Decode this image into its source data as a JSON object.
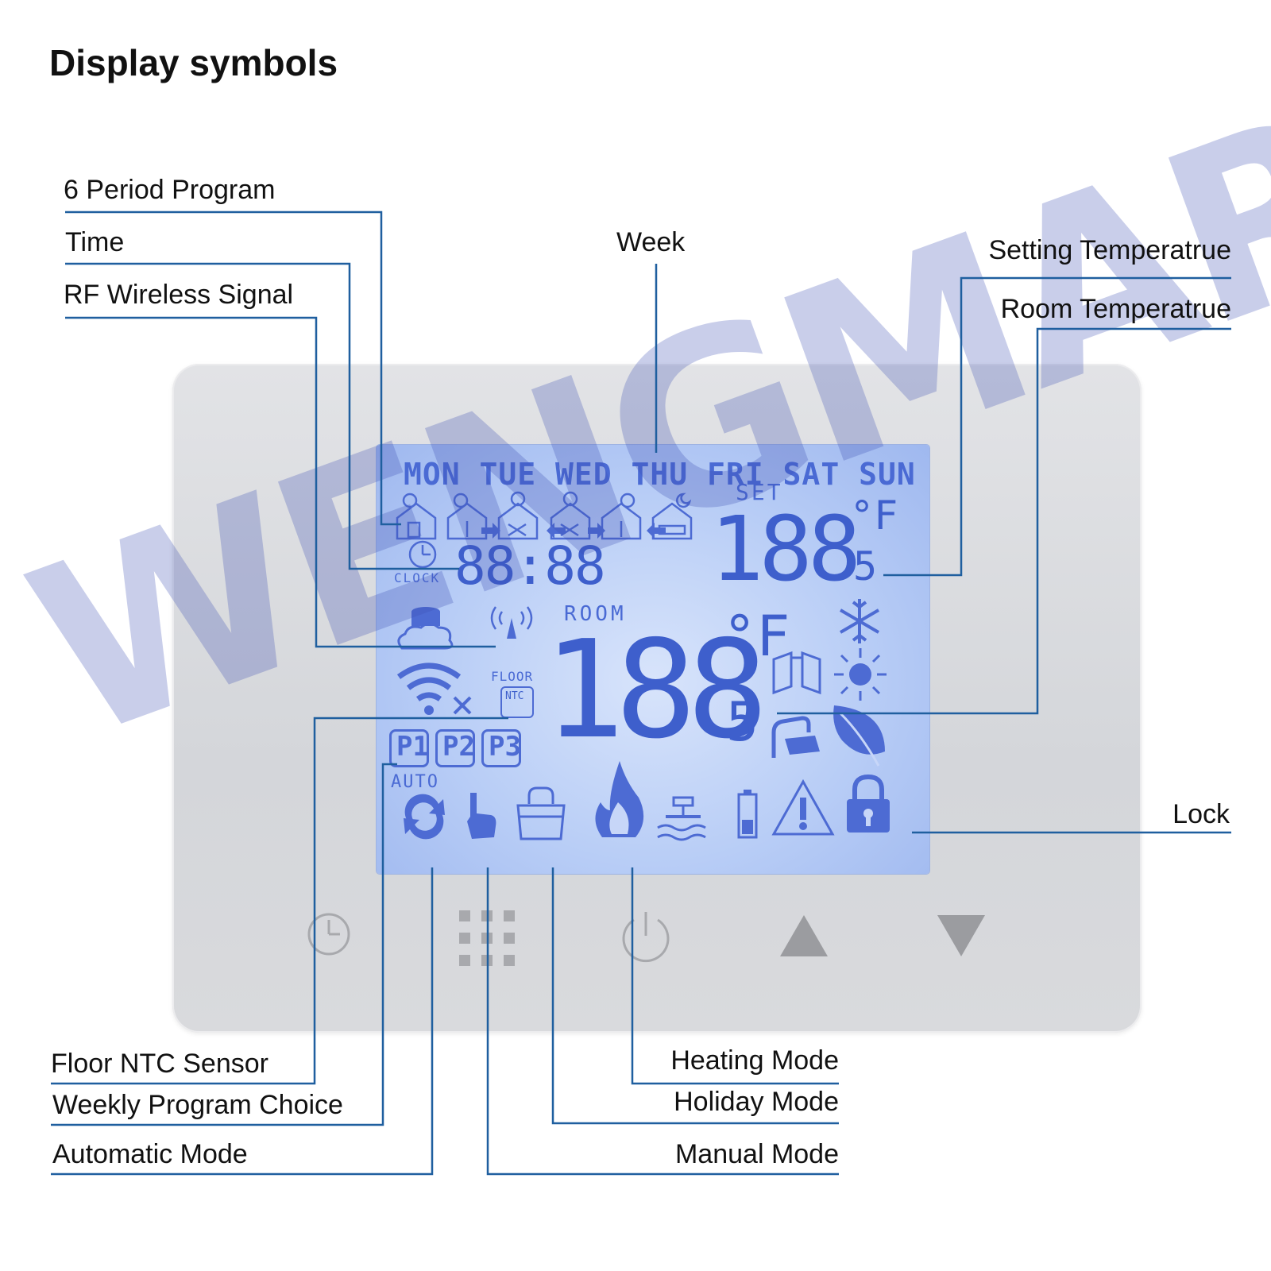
{
  "title": "Display symbols",
  "labels": {
    "six_period": "6 Period Program",
    "time": "Time",
    "rf": "RF Wireless Signal",
    "week": "Week",
    "setting_temp": "Setting Temperatrue",
    "room_temp": "Room Temperatrue",
    "lock": "Lock",
    "floor_ntc": "Floor NTC Sensor",
    "weekly_program": "Weekly Program Choice",
    "automatic_mode": "Automatic Mode",
    "heating_mode": "Heating Mode",
    "holiday_mode": "Holiday Mode",
    "manual_mode": "Manual Mode"
  },
  "lcd": {
    "days": "MON TUE WED THU FRI SAT SUN",
    "set": "SET",
    "set_value": "188",
    "set_decimal": "5",
    "unit": "°F",
    "clock_label": "CLOCK",
    "clock_value": "88:88",
    "room": "ROOM",
    "room_value": "188",
    "room_decimal": "5",
    "floor": "FLOOR",
    "ntc": "NTC",
    "programs": [
      "P1",
      "P2",
      "P3"
    ],
    "auto": "AUTO"
  },
  "watermark": "WENGMART",
  "colors": {
    "leader_line": "#1f5f9f",
    "lcd_background": "#b8cdf6",
    "lcd_segment": "#3e5fcc",
    "device_body": "#d8d9dc"
  }
}
